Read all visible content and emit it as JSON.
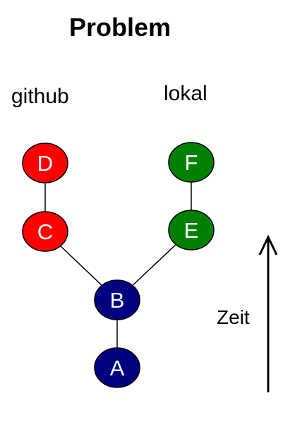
{
  "title": "Problem",
  "branches": {
    "left": "github",
    "right": "lokal"
  },
  "time_label": "Zeit",
  "colors": {
    "github": "#ff0000",
    "local": "#008000",
    "common": "#000080",
    "line": "#000000",
    "node_text": "#ffffff"
  },
  "nodes": [
    {
      "id": "A",
      "label": "A",
      "group": "common"
    },
    {
      "id": "B",
      "label": "B",
      "group": "common"
    },
    {
      "id": "C",
      "label": "C",
      "group": "github"
    },
    {
      "id": "D",
      "label": "D",
      "group": "github"
    },
    {
      "id": "E",
      "label": "E",
      "group": "local"
    },
    {
      "id": "F",
      "label": "F",
      "group": "local"
    }
  ],
  "edges": [
    {
      "from": "A",
      "to": "B"
    },
    {
      "from": "B",
      "to": "C"
    },
    {
      "from": "C",
      "to": "D"
    },
    {
      "from": "B",
      "to": "E"
    },
    {
      "from": "E",
      "to": "F"
    }
  ]
}
